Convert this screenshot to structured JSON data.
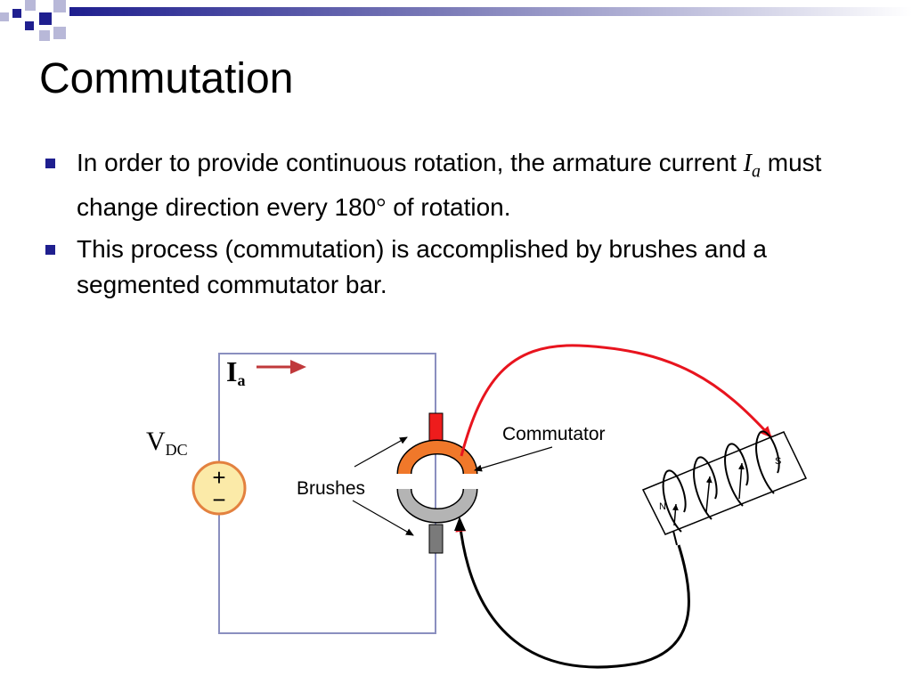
{
  "slide": {
    "title": "Commutation",
    "bullets": [
      {
        "before": "In order to provide continuous rotation, the armature current ",
        "var_symbol": "I",
        "var_subscript": "a",
        "after": " must change direction every 180",
        "degree_symbol": "°",
        "end": " of rotation."
      },
      {
        "text": "This process (commutation) is accomplished by brushes and a segmented commutator bar."
      }
    ]
  },
  "diagram": {
    "current_label": "I",
    "current_subscript": "a",
    "source_label": "V",
    "source_subscript": "DC",
    "source_plus": "+",
    "source_minus": "−",
    "brushes_label": "Brushes",
    "commutator_label": "Commutator",
    "pole_south": "S",
    "pole_north": "N"
  },
  "colors": {
    "header_navy": "#1f1f8f",
    "header_light": "#b8b8d8",
    "bullet": "#1f1f8f",
    "circuit_wire": "#8a8fbf",
    "source_fill": "#fbeaa8",
    "source_stroke": "#e3813f",
    "brush_top": "#ee1c1c",
    "brush_bottom": "#7a7a7a",
    "commutator_top": "#f0782a",
    "commutator_bottom": "#b4b4b4",
    "red_lead": "#e8141e",
    "black_lead": "#000000",
    "arrow_red": "#c0393b"
  }
}
